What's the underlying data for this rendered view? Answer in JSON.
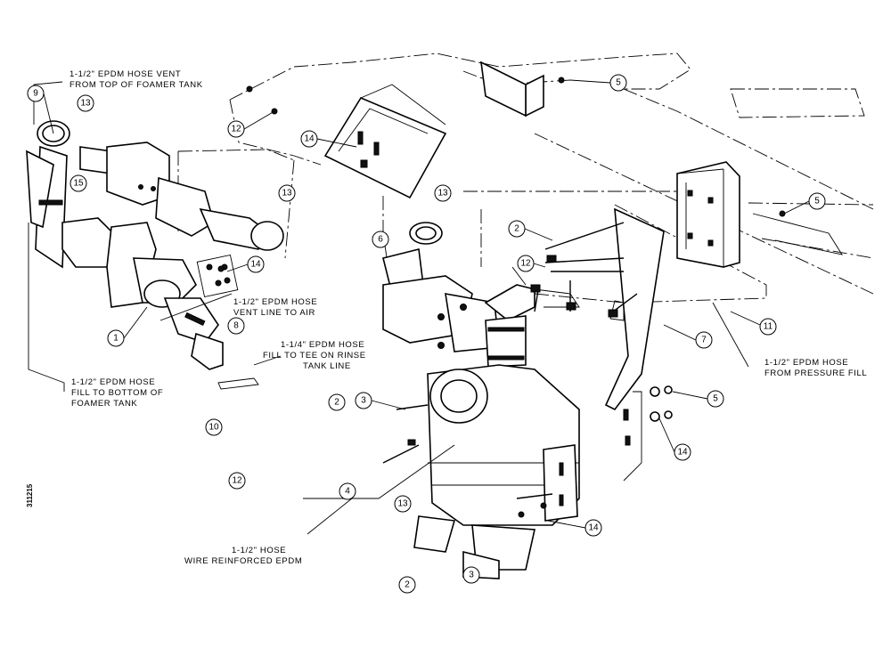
{
  "drawing_number": "311215",
  "notes": {
    "vent_from_foamer_line1": "1-1/2\" EPDM HOSE VENT",
    "vent_from_foamer_line2": "FROM TOP OF FOAMER TANK",
    "vent_to_air_line1": "1-1/2\" EPDM HOSE",
    "vent_to_air_line2": "VENT LINE TO AIR",
    "fill_bottom_line1": "1-1/2\" EPDM HOSE",
    "fill_bottom_line2": "FILL TO BOTTOM OF",
    "fill_bottom_line3": "FOAMER TANK",
    "rinse_line1": "1-1/4\" EPDM HOSE",
    "rinse_line2": "FILL TO TEE ON RINSE",
    "rinse_line3": "TANK LINE",
    "pressure_line1": "1-1/2\" EPDM HOSE",
    "pressure_line2": "FROM PRESSURE FILL",
    "wire_line1": "1-1/2\" HOSE",
    "wire_line2": "WIRE REINFORCED EPDM"
  },
  "balloons": {
    "b9": "9",
    "b13a": "13",
    "b15": "15",
    "b12a": "12",
    "b14a": "14",
    "b13b": "13",
    "b5a": "5",
    "b5b": "5",
    "b13c": "13",
    "b6": "6",
    "b2a": "2",
    "b12b": "12",
    "b7": "7",
    "b11": "11",
    "b14b": "14",
    "b8": "8",
    "b1": "1",
    "b10": "10",
    "b3a": "3",
    "b4": "4",
    "b5c": "5",
    "b14c": "14",
    "b13d": "13",
    "b14d": "14",
    "b2b": "2",
    "b3b": "3",
    "b2c": "2",
    "b12c": "12"
  }
}
